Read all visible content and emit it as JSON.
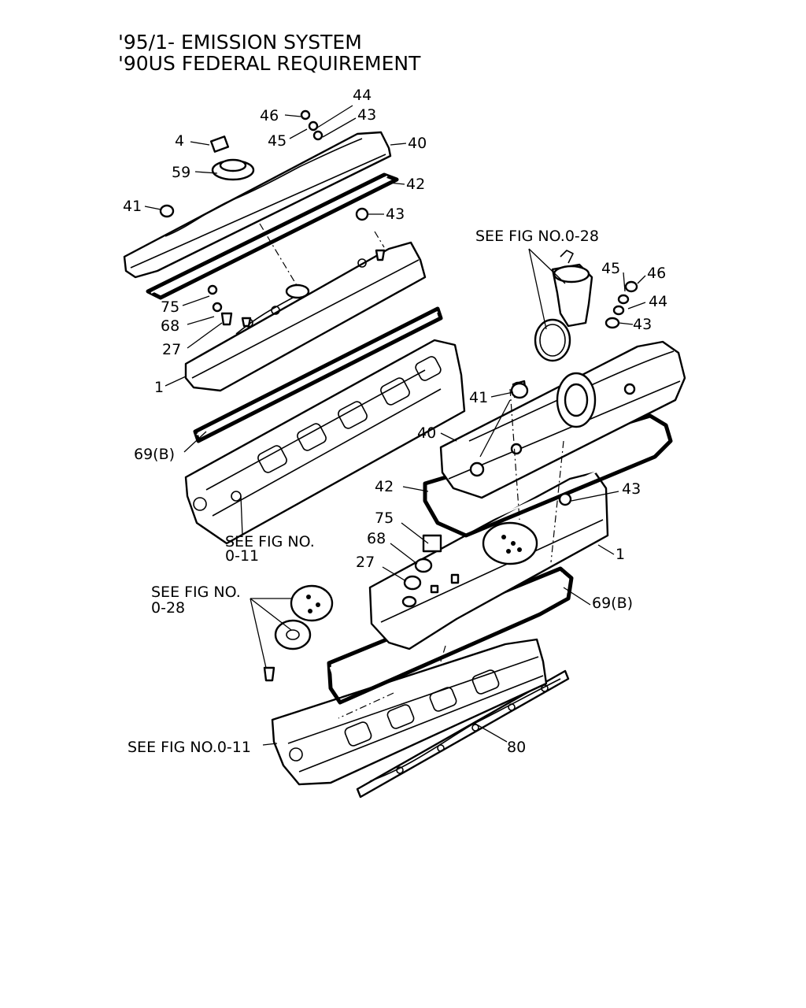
{
  "title": {
    "line1": "'95/1- EMISSION SYSTEM",
    "line2": "'90US FEDERAL REQUIREMENT"
  },
  "labels": {
    "upper": {
      "p46": "46",
      "p44": "44",
      "p43a": "43",
      "p45": "45",
      "p4": "4",
      "p40": "40",
      "p59": "59",
      "p42": "42",
      "p41": "41",
      "p43b": "43",
      "p75": "75",
      "p68": "68",
      "p27": "27",
      "p1": "1",
      "p69b": "69(B)",
      "see_head_l1": "SEE FIG NO.",
      "see_head_l2": "0-11"
    },
    "lower": {
      "see_pcv": "SEE FIG NO.0-28",
      "p45": "45",
      "p46": "46",
      "p44": "44",
      "p43a": "43",
      "p41": "41",
      "p40": "40",
      "p42": "42",
      "p43b": "43",
      "p75": "75",
      "p68": "68",
      "p27": "27",
      "p1": "1",
      "p69b": "69(B)",
      "see_oil_l1": "SEE FIG NO.",
      "see_oil_l2": "0-28",
      "see_head": "SEE FIG NO.0-11",
      "p80": "80"
    }
  }
}
